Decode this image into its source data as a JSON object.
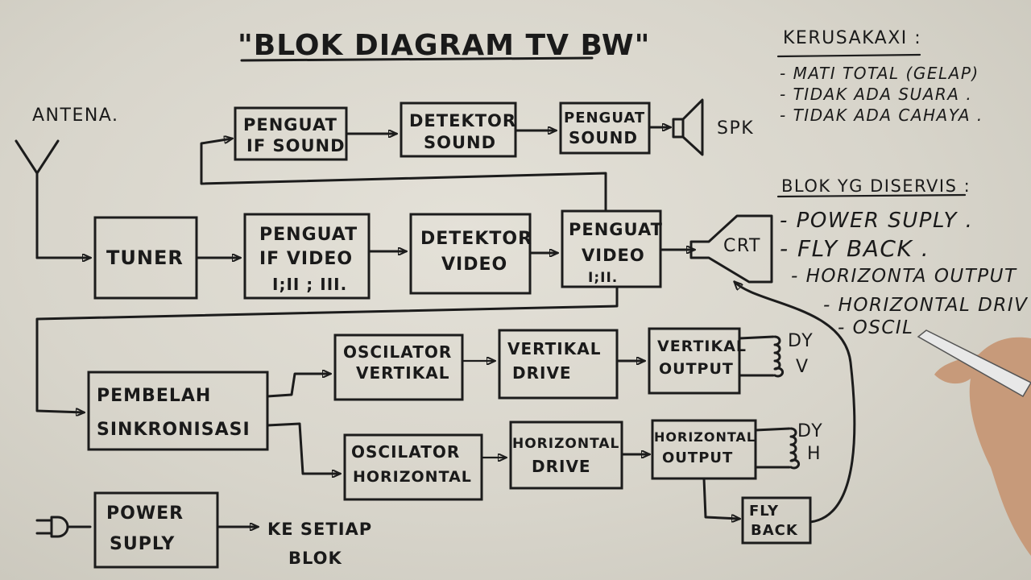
{
  "title": "\"BLOK DIAGRAM TV BW\"",
  "antenna_label": "ANTENA.",
  "speaker_label": "SPK",
  "crt_label": "CRT",
  "blocks": {
    "tuner": "TUNER",
    "penguat_if_sound": [
      "PENGUAT",
      "IF SOUND"
    ],
    "detektor_sound": [
      "DETEKTOR",
      "SOUND"
    ],
    "penguat_sound": [
      "PENGUAT",
      "SOUND"
    ],
    "penguat_if_video": [
      "PENGUAT",
      "IF VIDEO",
      "I;II ; III."
    ],
    "detektor_video": [
      "DETEKTOR",
      "VIDEO"
    ],
    "penguat_video": [
      "PENGUAT",
      "VIDEO",
      "I;II."
    ],
    "pembelah_sinkronisasi": [
      "PEMBELAH",
      "SINKRONISASI"
    ],
    "oscilator_vertical": [
      "OSCILATOR",
      "VERTIKAL"
    ],
    "vertical_drive": [
      "VERTIKAL",
      "DRIVE"
    ],
    "vertical_output": [
      "VERTIKAL",
      "OUTPUT"
    ],
    "oscilator_horizontal": [
      "OSCILATOR",
      "HORIZONTAL"
    ],
    "horizontal_drive": [
      "HORIZONTAL",
      "DRIVE"
    ],
    "horizontal_output": [
      "HORIZONTAL",
      "OUTPUT"
    ],
    "fly_back": [
      "FLY",
      "BACK"
    ],
    "power_suply": [
      "POWER",
      "SUPLY"
    ]
  },
  "coil_labels": {
    "vertical": [
      "DY",
      "V"
    ],
    "horizontal": [
      "DY",
      "H"
    ]
  },
  "power_target": [
    "KE SETIAP",
    "BLOK"
  ],
  "notes": {
    "kerusakan_heading": "KERUSAKAXI :",
    "kerusakan_items": [
      "- MATI TOTAL (GELAP)",
      "- TIDAK ADA SUARA .",
      "- TIDAK ADA CAHAYA ."
    ],
    "servis_heading": "BLOK YG DISERVIS :",
    "servis_items": [
      "- POWER SUPLY .",
      "- FLY BACK .",
      "- HORIZONTA OUTPUT",
      "- HORIZONTAL DRIV",
      "- OSCIL"
    ]
  }
}
